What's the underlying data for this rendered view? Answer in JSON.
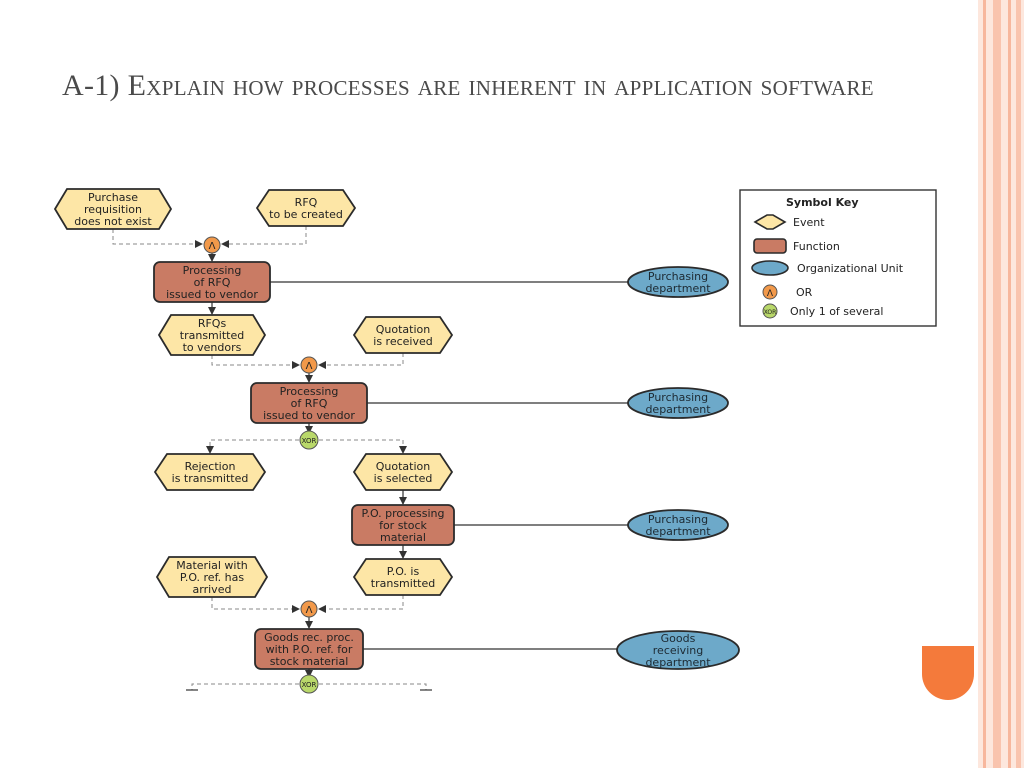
{
  "slide": {
    "title": "A-1) Explain how processes are inherent in application software"
  },
  "colors": {
    "event_fill": "#fde6a6",
    "function_fill": "#c97b64",
    "org_fill": "#6da9c9",
    "or_fill": "#f2994a",
    "xor_fill": "#b9d86a",
    "stripe_accent": "#f9b49a"
  },
  "diagram": {
    "events": [
      {
        "id": "e1",
        "lines": [
          "Purchase",
          "requisition",
          "does not exist"
        ]
      },
      {
        "id": "e2",
        "lines": [
          "RFQ",
          "to be created"
        ]
      },
      {
        "id": "e3",
        "lines": [
          "RFQs",
          "transmitted",
          "to vendors"
        ]
      },
      {
        "id": "e4",
        "lines": [
          "Quotation",
          "is received"
        ]
      },
      {
        "id": "e5",
        "lines": [
          "Rejection",
          "is transmitted"
        ]
      },
      {
        "id": "e6",
        "lines": [
          "Quotation",
          "is selected"
        ]
      },
      {
        "id": "e7",
        "lines": [
          "Material with",
          "P.O. ref. has",
          "arrived"
        ]
      },
      {
        "id": "e8",
        "lines": [
          "P.O. is",
          "transmitted"
        ]
      }
    ],
    "functions": [
      {
        "id": "f1",
        "lines": [
          "Processing",
          "of RFQ",
          "issued to vendor"
        ]
      },
      {
        "id": "f2",
        "lines": [
          "Processing",
          "of RFQ",
          "issued to vendor"
        ]
      },
      {
        "id": "f3",
        "lines": [
          "P.O. processing",
          "for stock",
          "material"
        ]
      },
      {
        "id": "f4",
        "lines": [
          "Goods rec. proc.",
          "with P.O. ref. for",
          "stock material"
        ]
      }
    ],
    "org_units": [
      {
        "id": "o1",
        "lines": [
          "Purchasing",
          "department"
        ]
      },
      {
        "id": "o2",
        "lines": [
          "Purchasing",
          "department"
        ]
      },
      {
        "id": "o3",
        "lines": [
          "Purchasing",
          "department"
        ]
      },
      {
        "id": "o4",
        "lines": [
          "Goods",
          "receiving",
          "department"
        ]
      }
    ],
    "connectors": [
      {
        "id": "c1",
        "type": "or",
        "symbol": "Λ"
      },
      {
        "id": "c2",
        "type": "or",
        "symbol": "Λ"
      },
      {
        "id": "c3",
        "type": "xor",
        "symbol": "XOR"
      },
      {
        "id": "c4",
        "type": "or",
        "symbol": "Λ"
      },
      {
        "id": "c5",
        "type": "xor",
        "symbol": "XOR"
      }
    ]
  },
  "symbol_key": {
    "title": "Symbol Key",
    "items": [
      {
        "shape": "event",
        "label": "Event"
      },
      {
        "shape": "function",
        "label": "Function"
      },
      {
        "shape": "org",
        "label": "Organizational Unit"
      },
      {
        "shape": "or",
        "symbol": "Λ",
        "label": "OR"
      },
      {
        "shape": "xor",
        "symbol": "XOR",
        "label": "Only 1 of several"
      }
    ]
  }
}
